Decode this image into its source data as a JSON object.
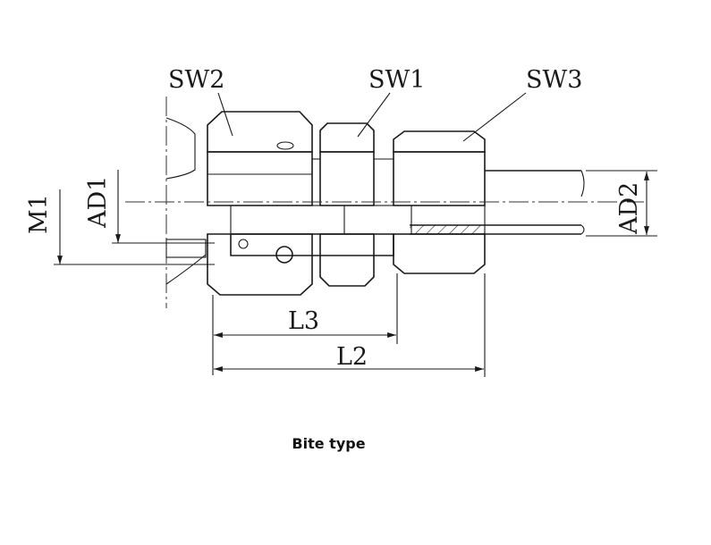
{
  "labels": {
    "sw2": "SW2",
    "sw1": "SW1",
    "sw3": "SW3",
    "m1": "M1",
    "ad1": "AD1",
    "ad2": "AD2",
    "l3": "L3",
    "l2": "L2"
  },
  "caption": "Bite type",
  "colors": {
    "line": "#1a1a1a",
    "background": "#ffffff"
  }
}
